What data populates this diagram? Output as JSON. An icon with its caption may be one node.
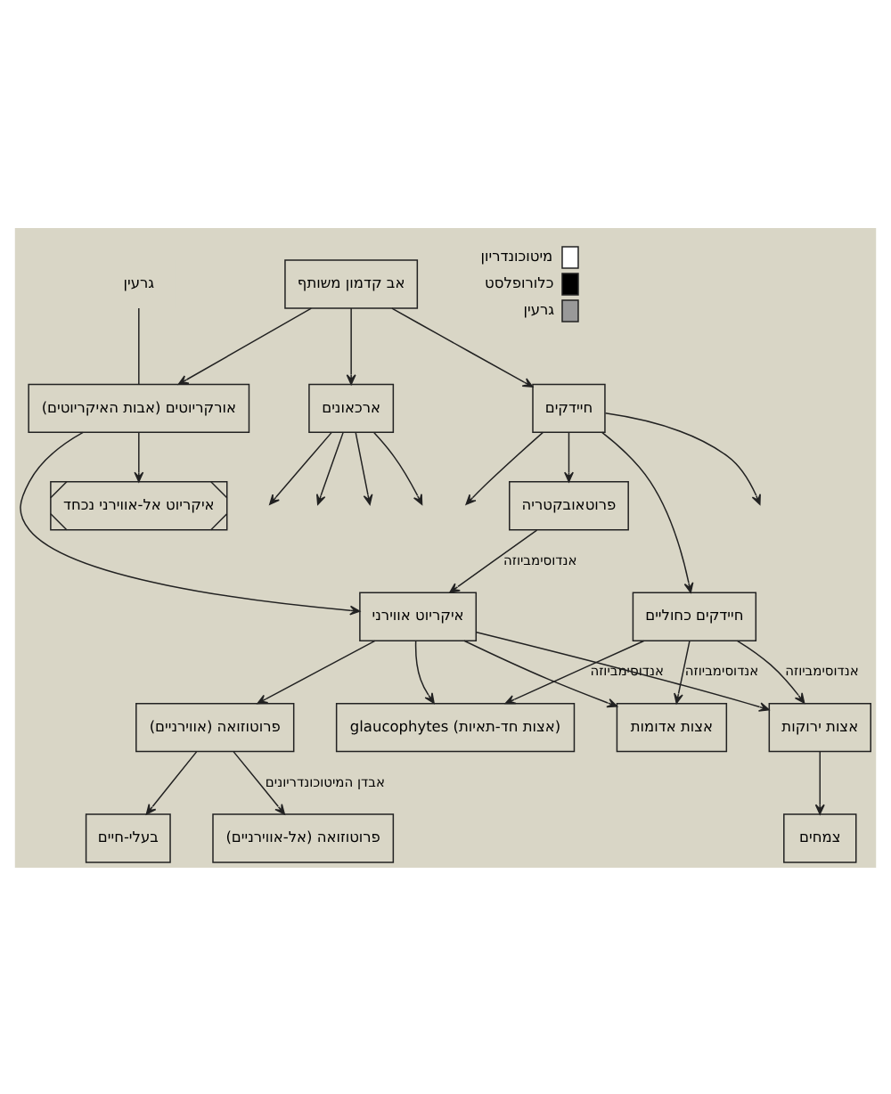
{
  "diagram": {
    "nodes": [
      {
        "text": [
          "אב קדמון משותף"
        ]
      },
      {
        "text": [
          "ארכאונים"
        ]
      },
      {
        "text": [
          "אורקריוטים (אבות האיקריוטים)"
        ]
      },
      {
        "text": [
          "חיידקים"
        ]
      },
      {
        "text": [
          "פרוטאובקטריה"
        ]
      },
      {
        "text": [
          "חיידקים כחוליים"
        ]
      },
      {
        "text": [
          "איקריוט אל-אווירני נכחד"
        ]
      },
      {
        "text": [
          "איקריוט אווירני"
        ]
      },
      {
        "text": [
          "פרוטוזואה (אווירניים)"
        ]
      },
      {
        "text": [
          "אצות ירוקות"
        ]
      },
      {
        "text": [
          "אצות אדומות"
        ]
      },
      {
        "text": [
          "glaucophytes (אצות חד-תאיות)"
        ]
      },
      {
        "text": [
          "פרוטוזואה (אל-אווירניים)"
        ]
      },
      {
        "text": [
          "בעלי-חיים"
        ]
      },
      {
        "text": [
          "צמחים"
        ]
      },
      {
        "text": [
          "גרעין"
        ]
      }
    ],
    "edges": [
      {
        "from": 0,
        "to": 1,
        "arrow": "to"
      },
      {
        "from": 0,
        "to": 2,
        "arrow": "to"
      },
      {
        "from": 0,
        "to": 3,
        "arrow": "to"
      },
      {
        "from": 1,
        "to": null,
        "arrow": "to"
      },
      {
        "from": 1,
        "to": null,
        "arrow": "to"
      },
      {
        "from": 1,
        "to": null,
        "arrow": "to"
      },
      {
        "from": 1,
        "to": null,
        "arrow": "to"
      },
      {
        "from": 3,
        "to": null,
        "arrow": "to"
      },
      {
        "from": 3,
        "to": 4,
        "arrow": "to"
      },
      {
        "from": 3,
        "to": null,
        "arrow": "to"
      },
      {
        "from": 3,
        "to": 5,
        "arrow": "to"
      },
      {
        "from": 15,
        "to": 2,
        "arrow": "none"
      },
      {
        "from": 2,
        "to": 6,
        "arrow": "to"
      },
      {
        "from": 2,
        "to": 7,
        "arrow": "to"
      },
      {
        "from": 4,
        "to": 7,
        "arrow": "to",
        "label": "אנדוסימביוזה"
      },
      {
        "from": 5,
        "to": 9,
        "arrow": "to",
        "label": "אנדוסימביוזה"
      },
      {
        "from": 5,
        "to": 10,
        "arrow": "to",
        "label": "אנדוסימביוזה"
      },
      {
        "from": 5,
        "to": 11,
        "arrow": "to",
        "label": "אנדוסימביוזה"
      },
      {
        "from": 7,
        "to": 8,
        "arrow": "to"
      },
      {
        "from": 7,
        "to": 9,
        "arrow": "to"
      },
      {
        "from": 7,
        "to": 10,
        "arrow": "to"
      },
      {
        "from": 7,
        "to": 11,
        "arrow": "to"
      },
      {
        "from": 8,
        "to": 12,
        "arrow": "to",
        "label": "אבדן המיטוכונדריונים"
      },
      {
        "from": 8,
        "to": 13,
        "arrow": "to"
      },
      {
        "from": 9,
        "to": 14,
        "arrow": "to"
      }
    ],
    "legend": [
      {
        "text": "מיטוכונדריון",
        "color": "#ffffff"
      },
      {
        "text": "כלורופלסט",
        "color": "#000000"
      },
      {
        "text": "גרעין",
        "color": "#999999"
      }
    ]
  }
}
